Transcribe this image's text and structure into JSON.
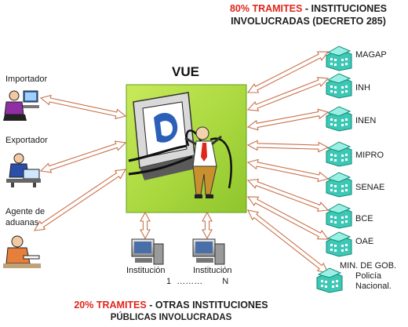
{
  "header": {
    "top_highlight": "80% TRAMITES",
    "top_rest_line1": " - INSTITUCIONES",
    "top_line2": "INVOLUCRADAS (DECRETO 285)",
    "bottom_highlight": "20% TRAMITES",
    "bottom_rest_line1": " - OTRAS INSTITUCIONES",
    "bottom_line2": "PÚBLICAS INVOLUCRADAS"
  },
  "center": {
    "label": "VUE"
  },
  "left_actors": [
    {
      "label_line1": "Importador",
      "label_line2": ""
    },
    {
      "label_line1": "Exportador",
      "label_line2": ""
    },
    {
      "label_line1": "Agente de",
      "label_line2": "aduanas"
    }
  ],
  "institutions": [
    {
      "label_line1": "MAGAP",
      "label_line2": ""
    },
    {
      "label_line1": "INH",
      "label_line2": ""
    },
    {
      "label_line1": "INEN",
      "label_line2": ""
    },
    {
      "label_line1": "MIPRO",
      "label_line2": ""
    },
    {
      "label_line1": "SENAE",
      "label_line2": ""
    },
    {
      "label_line1": "BCE",
      "label_line2": ""
    },
    {
      "label_line1": "OAE",
      "label_line2": ""
    },
    {
      "label_line1": "MIN. DE GOB.",
      "label_line2": "Policía",
      "label_line3": "Nacional."
    }
  ],
  "bottom_nodes": {
    "label_a": "Institución",
    "label_b": "Institución",
    "range_start": "1",
    "range_dots": "………",
    "range_end": "N"
  },
  "colors": {
    "highlight_red": "#e0261b",
    "arrow_fill": "#ffffff",
    "arrow_stroke": "#c9714a",
    "building": "#3cc8b4",
    "center_bg": "#b8e04a"
  }
}
